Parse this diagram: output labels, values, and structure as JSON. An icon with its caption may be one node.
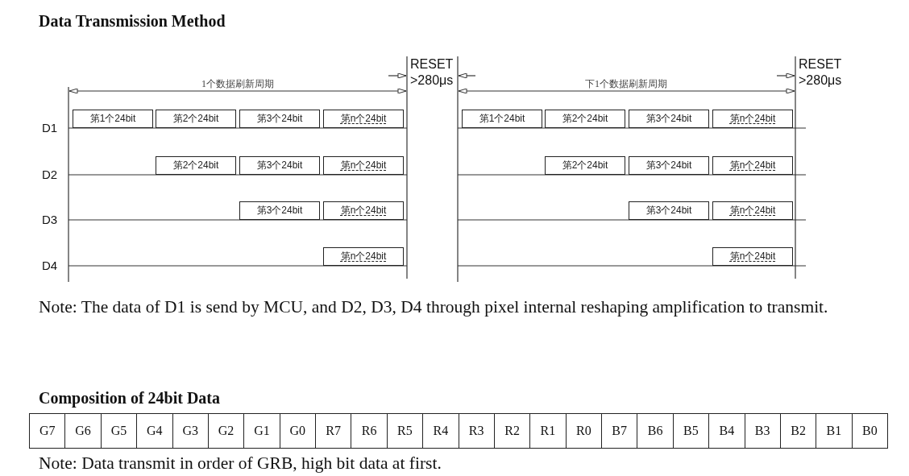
{
  "diagram": {
    "title": "Data Transmission Method",
    "nodes": [
      {
        "text": [
          "第1个24bit"
        ]
      },
      {
        "text": [
          "第2个24bit"
        ]
      },
      {
        "text": [
          "第3个24bit"
        ]
      },
      {
        "text": [
          "第n个24bit"
        ]
      },
      {
        "text": [
          "第1个24bit"
        ]
      },
      {
        "text": [
          "第2个24bit"
        ]
      },
      {
        "text": [
          "第3个24bit"
        ]
      },
      {
        "text": [
          "第n个24bit"
        ]
      },
      {
        "text": [
          "第2个24bit"
        ]
      },
      {
        "text": [
          "第3个24bit"
        ]
      },
      {
        "text": [
          "第n个24bit"
        ]
      },
      {
        "text": [
          "第2个24bit"
        ]
      },
      {
        "text": [
          "第3个24bit"
        ]
      },
      {
        "text": [
          "第n个24bit"
        ]
      },
      {
        "text": [
          "第3个24bit"
        ]
      },
      {
        "text": [
          "第n个24bit"
        ]
      },
      {
        "text": [
          "第3个24bit"
        ]
      },
      {
        "text": [
          "第n个24bit"
        ]
      },
      {
        "text": [
          "第n个24bit"
        ]
      },
      {
        "text": [
          "第n个24bit"
        ]
      }
    ],
    "labels": [
      "RESET >280μs",
      "RESET >280μs",
      "1个数据刷新周期",
      "下1个数据刷新周期",
      "D1",
      "D2",
      "D3",
      "D4",
      "Note: The data of D1 is send by MCU, and D2, D3, D4 through pixel internal reshaping amplification to transmit.",
      "Composition of 24bit Data",
      "G7",
      "G6",
      "G5",
      "G4",
      "G3",
      "G2",
      "G1",
      "G0",
      "R7",
      "R6",
      "R5",
      "R4",
      "R3",
      "R2",
      "R1",
      "R0",
      "B7",
      "B6",
      "B5",
      "B4",
      "B3",
      "B2",
      "B1",
      "B0",
      "Note: Data transmit in order of GRB, high bit data at first."
    ]
  }
}
